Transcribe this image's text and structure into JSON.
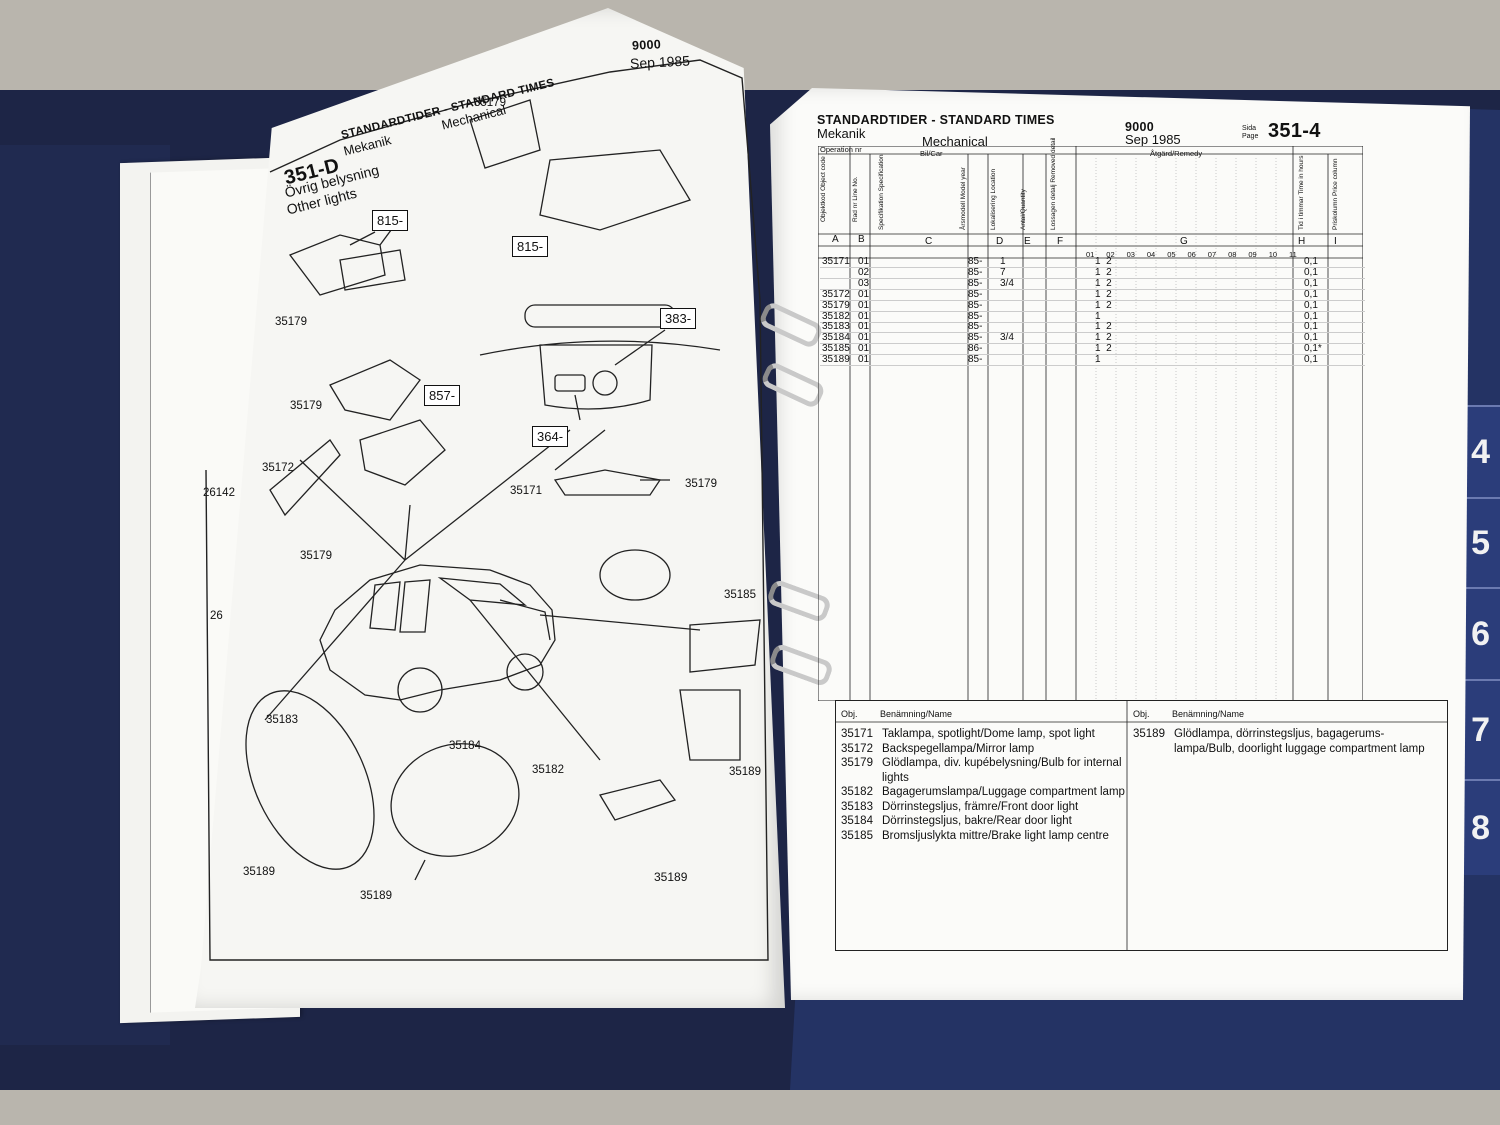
{
  "left_page": {
    "header_code": "351-D",
    "header_sv": "STANDARDTIDER - STANDARD TIMES",
    "header_mekanik": "Mekanik",
    "header_mechanical": "Mechanical",
    "model": "9000",
    "date": "Sep 1985",
    "section_sv": "Övrig belysning",
    "section_en": "Other lights",
    "callouts": [
      "815-",
      "815-",
      "383-",
      "857-",
      "364-"
    ],
    "part_labels": [
      "35179",
      "35179",
      "35179",
      "35172",
      "35179",
      "35171",
      "35179",
      "35185",
      "35183",
      "35184",
      "35182",
      "35189",
      "35189",
      "35189",
      "35189"
    ],
    "back_page_labels": [
      "26142",
      "26"
    ]
  },
  "right_page": {
    "header_sv": "STANDARDTIDER - STANDARD TIMES",
    "header_mekanik": "Mekanik",
    "header_mechanical": "Mechanical",
    "model": "9000",
    "date": "Sep 1985",
    "page_label_sv": "Sida",
    "page_label_en": "Page",
    "page_number": "351-4",
    "group_operation": "Operation nr",
    "group_car": "Bil/Car",
    "group_remedy": "Åtgärd/Remedy",
    "column_letters": [
      "A",
      "B",
      "C",
      "D",
      "E",
      "F",
      "G",
      "H",
      "I"
    ],
    "column_headers": [
      "Objektkod Object code",
      "Rad nr Line No.",
      "Specifikation Specification",
      "Årsmodell Model year",
      "Lokalisering Location",
      "Antal/Quantity",
      "Lossagen detalj Removed detail",
      "Tid i timmar Time in hours",
      "Priskolumn Price column"
    ],
    "remedy_numbers": [
      "01",
      "02",
      "03",
      "04",
      "05",
      "06",
      "07",
      "08",
      "09",
      "10",
      "11"
    ],
    "rows": [
      {
        "code": "35171",
        "line": "01",
        "year": "85-",
        "loc": "1",
        "g": "1  2",
        "time": "0,1"
      },
      {
        "code": "",
        "line": "02",
        "year": "85-",
        "loc": "7",
        "g": "1  2",
        "time": "0,1"
      },
      {
        "code": "",
        "line": "03",
        "year": "85-",
        "loc": "3/4",
        "g": "1  2",
        "time": "0,1"
      },
      {
        "code": "35172",
        "line": "01",
        "year": "85-",
        "loc": "",
        "g": "1  2",
        "time": "0,1"
      },
      {
        "code": "35179",
        "line": "01",
        "year": "85-",
        "loc": "",
        "g": "1  2",
        "time": "0,1"
      },
      {
        "code": "35182",
        "line": "01",
        "year": "85-",
        "loc": "",
        "g": "1",
        "time": "0,1"
      },
      {
        "code": "35183",
        "line": "01",
        "year": "85-",
        "loc": "",
        "g": "1  2",
        "time": "0,1"
      },
      {
        "code": "35184",
        "line": "01",
        "year": "85-",
        "loc": "3/4",
        "g": "1  2",
        "time": "0,1"
      },
      {
        "code": "35185",
        "line": "01",
        "year": "86-",
        "loc": "",
        "g": "1  2",
        "time": "0,1*"
      },
      {
        "code": "35189",
        "line": "01",
        "year": "85-",
        "loc": "",
        "g": "1",
        "time": "0,1"
      }
    ],
    "legend_header_obj": "Obj.",
    "legend_header_name": "Benämning/Name",
    "legend_left": [
      {
        "code": "35171",
        "name": "Taklampa, spotlight/Dome lamp, spot light"
      },
      {
        "code": "35172",
        "name": "Backspegellampa/Mirror lamp"
      },
      {
        "code": "35179",
        "name": "Glödlampa, div. kupébelysning/Bulb for internal lights"
      },
      {
        "code": "35182",
        "name": "Bagagerumslampa/Luggage compartment lamp"
      },
      {
        "code": "35183",
        "name": "Dörrinstegsljus, främre/Front door light"
      },
      {
        "code": "35184",
        "name": "Dörrinstegsljus, bakre/Rear door light"
      },
      {
        "code": "35185",
        "name": "Bromsljuslykta mittre/Brake light lamp centre"
      }
    ],
    "legend_right": [
      {
        "code": "35189",
        "name": "Glödlampa, dörrinstegsljus, bagagerums-lampa/Bulb, doorlight luggage compartment lamp"
      }
    ]
  },
  "tabs": [
    "4",
    "5",
    "6",
    "7",
    "8"
  ],
  "colors": {
    "binder": "#1d2546",
    "tab": "#2b3d7a",
    "table": "#d8d8d8",
    "paper": "#f6f6f3"
  }
}
